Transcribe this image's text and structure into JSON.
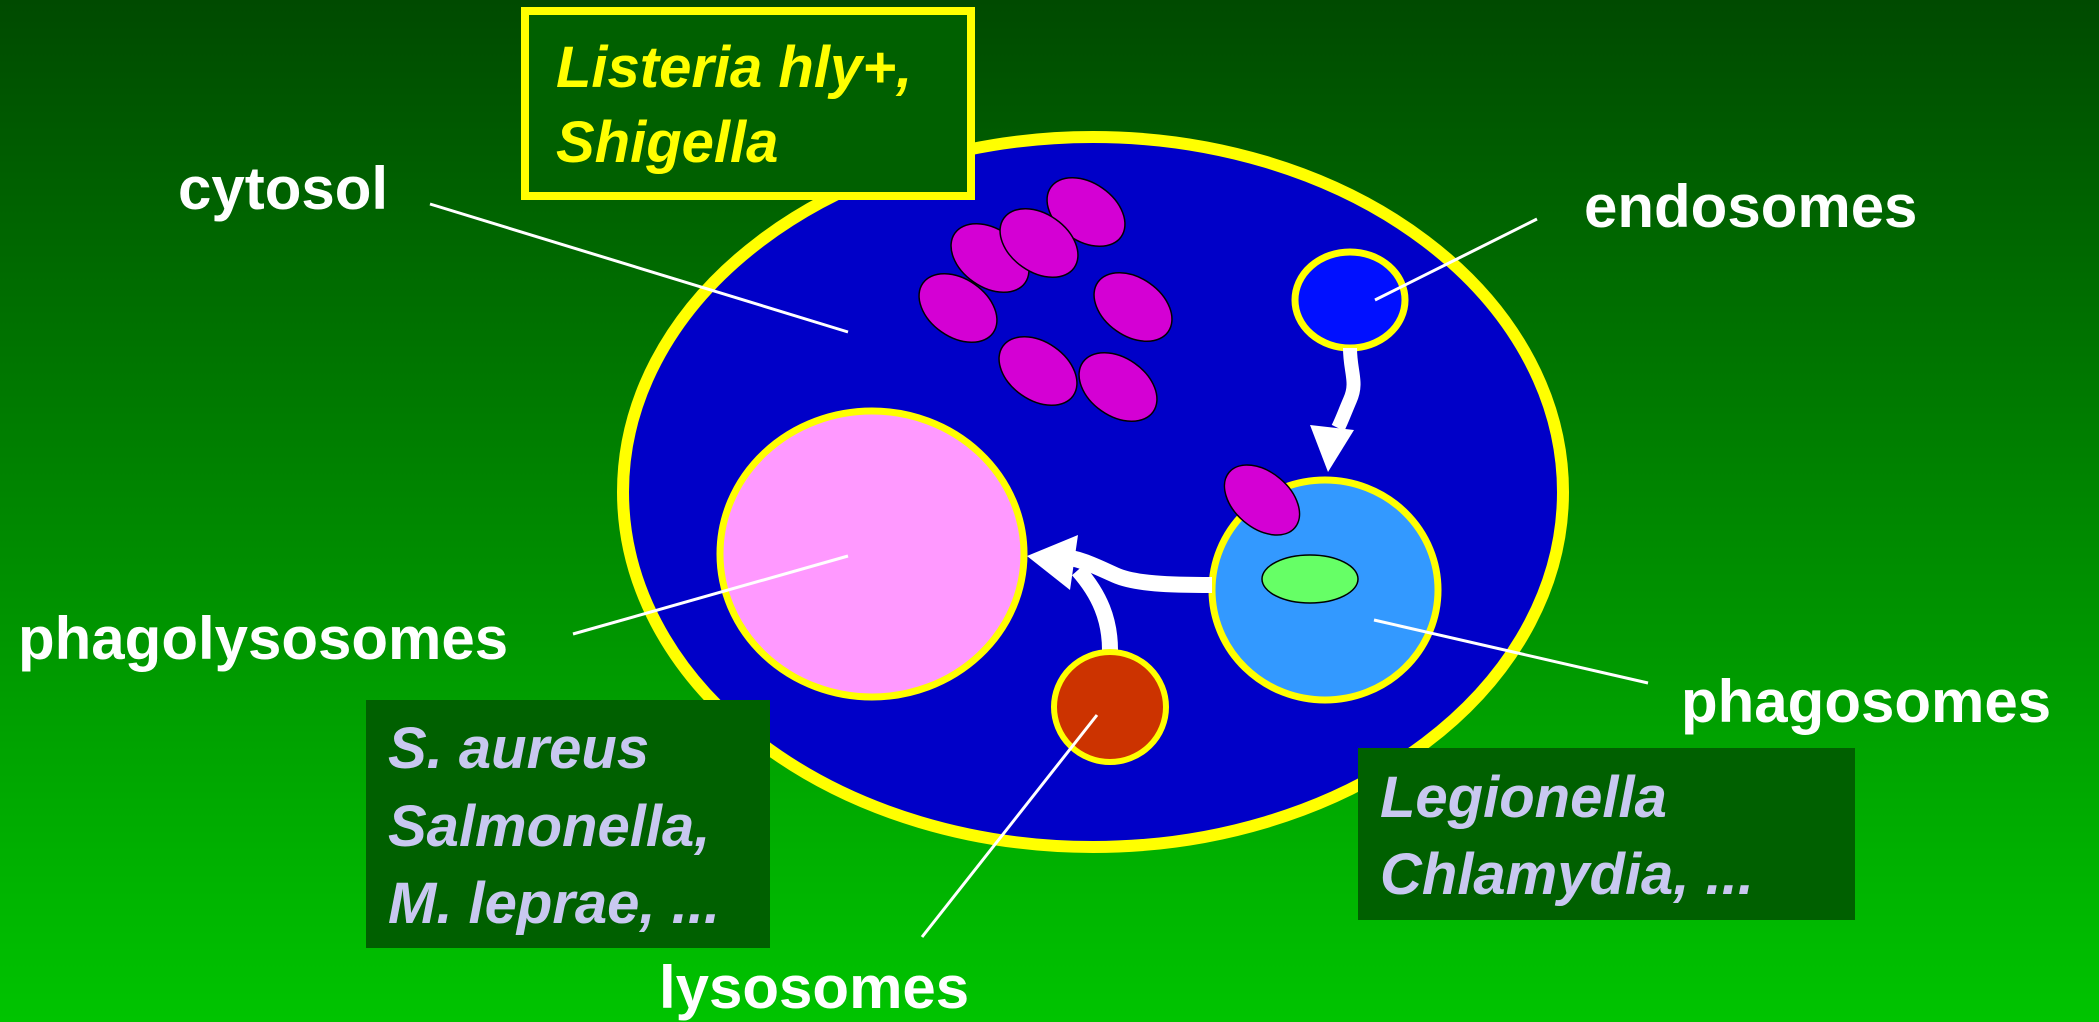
{
  "labels": {
    "cytosol": "cytosol",
    "endosomes": "endosomes",
    "phagolysosomes": "phagolysosomes",
    "phagosomes": "phagosomes",
    "lysosomes": "lysosomes"
  },
  "boxes": {
    "cytosol_pathogens": [
      "Listeria hly+,",
      "Shigella"
    ],
    "phagolysosome_pathogens": [
      "S. aureus",
      "Salmonella,",
      "M. leprae, ..."
    ],
    "phagosome_pathogens": [
      "Legionella",
      "Chlamydia, ..."
    ]
  },
  "colors": {
    "background_top": "#004a00",
    "background_bottom": "#00c000",
    "cell": "#0000c8",
    "membrane": "#ffff00",
    "bacteria": "#d400d4",
    "endosome": "#0010ff",
    "phagosome": "#3399ff",
    "phagolysosome": "#ff99ff",
    "lysosome": "#cc3300",
    "inner_bacterium": "#66ff66",
    "box_fill": "#006000"
  }
}
